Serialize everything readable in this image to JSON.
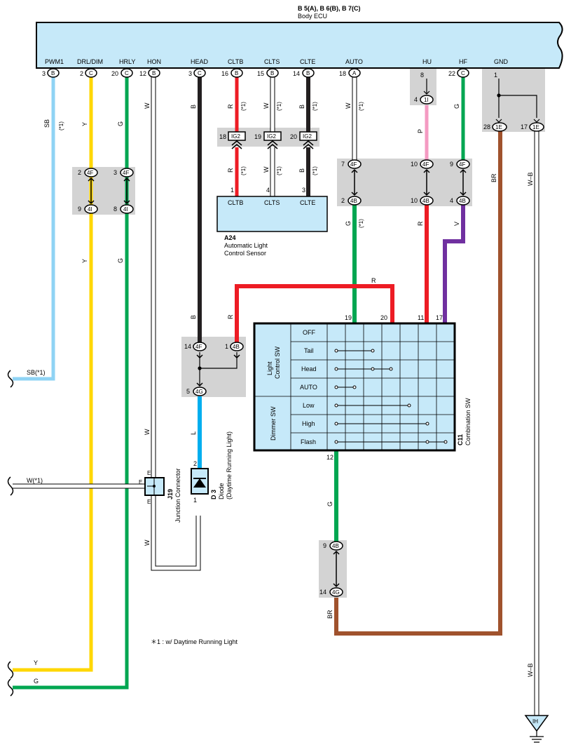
{
  "ecu": {
    "connectors": "B 5(A), B 6(B), B 7(C)",
    "name": "Body ECU",
    "pins": [
      {
        "num": "3",
        "conn": "B",
        "label": "PWM1"
      },
      {
        "num": "2",
        "conn": "C",
        "label": "DRL/DIM"
      },
      {
        "num": "20",
        "conn": "C",
        "label": "HRLY"
      },
      {
        "num": "12",
        "conn": "B",
        "label": "HON"
      },
      {
        "num": "3",
        "conn": "C",
        "label": "HEAD"
      },
      {
        "num": "16",
        "conn": "B",
        "label": "CLTB"
      },
      {
        "num": "15",
        "conn": "B",
        "label": "CLTS"
      },
      {
        "num": "14",
        "conn": "B",
        "label": "CLTE"
      },
      {
        "num": "18",
        "conn": "A",
        "label": "AUTO"
      },
      {
        "num": "8",
        "conn": "",
        "label": "HU"
      },
      {
        "num": "22",
        "conn": "C",
        "label": "HF"
      },
      {
        "num": "1",
        "conn": "",
        "label": "GND"
      }
    ]
  },
  "wire_colors": {
    "SB": "#8fd3f4",
    "Y": "#ffd700",
    "G": "#00a651",
    "W": "#ffffff",
    "B": "#231f20",
    "R": "#ed1c24",
    "P": "#f49ac2",
    "V": "#7030a0",
    "BR": "#a0522d",
    "L": "#00aeef",
    "W-B": "#ffffff"
  },
  "labels": {
    "SB": "SB",
    "Y": "Y",
    "G": "G",
    "W": "W",
    "B": "B",
    "R": "R",
    "P": "P",
    "V": "V",
    "BR": "BR",
    "L": "L",
    "WB": "W–B",
    "star1": "(*1)"
  },
  "junctions": {
    "j4f": "4F",
    "j4i": "4I",
    "j4b": "4B",
    "j4g": "4G",
    "j1i": "1I",
    "j1e": "1E",
    "ig2": "IG2",
    "ih": "IH",
    "n2": "2",
    "n3": "3",
    "n9": "9",
    "n8": "8",
    "n14": "14",
    "n1": "1",
    "n5": "5",
    "n18": "18",
    "n19": "19",
    "n20": "20",
    "n7": "7",
    "n10": "10",
    "n4": "4",
    "n22": "22",
    "n28": "28",
    "n17": "17",
    "n11": "11",
    "n12": "12"
  },
  "sensor": {
    "id": "A24",
    "name_line1": "Automatic Light",
    "name_line2": "Control Sensor",
    "pins": [
      "CLTB",
      "CLTS",
      "CLTE"
    ],
    "pin_nums": [
      "1",
      "4",
      "3"
    ]
  },
  "switch": {
    "id": "C11",
    "name": "Combination SW",
    "group1_line1": "Light",
    "group1_line2": "Control SW",
    "group2": "Dimmer SW",
    "rows": [
      "OFF",
      "Tail",
      "Head",
      "AUTO",
      "Low",
      "High",
      "Flash"
    ],
    "pin_nums": [
      "19",
      "20",
      "11",
      "17",
      "12"
    ]
  },
  "j19": {
    "id": "J19",
    "name": "Junction Connector",
    "pin": "E"
  },
  "diode": {
    "id": "D 3",
    "name_line1": "Diode",
    "name_line2": "(Daytime Running Light)",
    "pin_top": "2",
    "pin_bottom": "1"
  },
  "left_wires": [
    {
      "label": "SB(*1)"
    },
    {
      "label": "W(*1)"
    },
    {
      "label": "Y"
    },
    {
      "label": "G"
    }
  ],
  "footnote": "＊1 : w/ Daytime Running Light"
}
